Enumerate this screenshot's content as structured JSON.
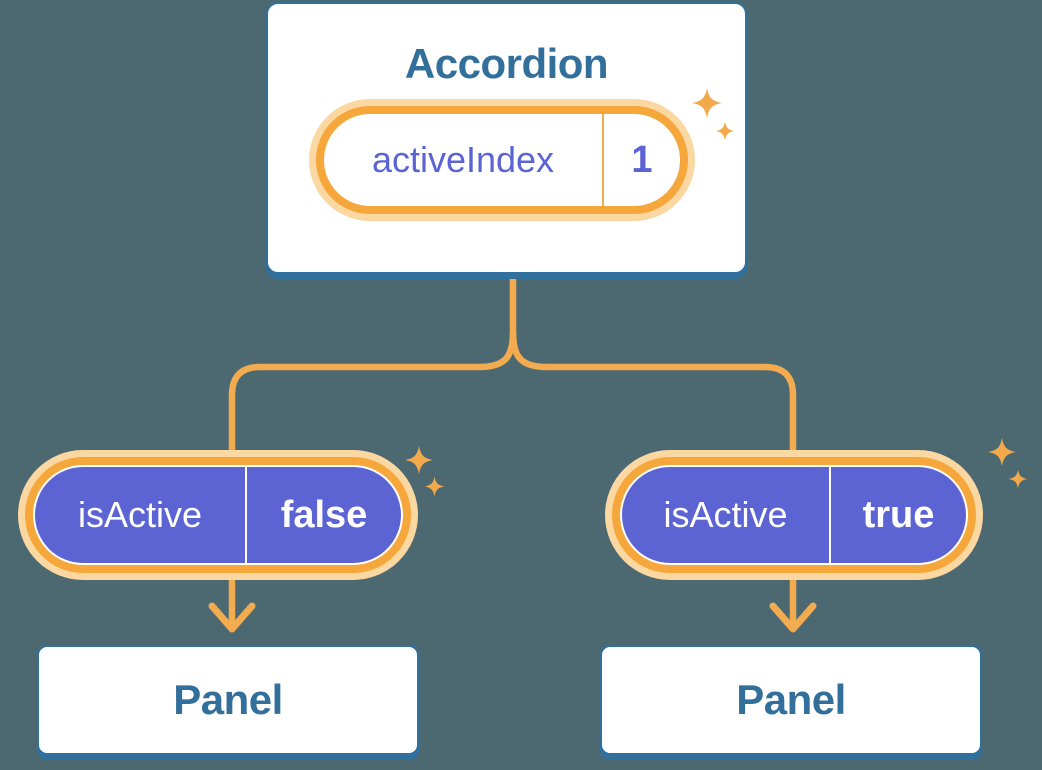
{
  "palette": {
    "background": "#4C6971",
    "card_bg": "#FFFFFF",
    "card_border": "#2F709F",
    "heading_text": "#336F9B",
    "pill_purple": "#5C64D4",
    "pill_text": "#FFFFFF",
    "orange_ring": "#F5A73C",
    "orange_halo": "#FBD7A1",
    "connector": "#F3AB4F",
    "sparkle": "#F2A94C"
  },
  "accordion": {
    "title": "Accordion",
    "state_pill": {
      "label": "activeIndex",
      "value": "1"
    }
  },
  "children": [
    {
      "prop_pill": {
        "label": "isActive",
        "value": "false"
      },
      "panel": {
        "label": "Panel"
      }
    },
    {
      "prop_pill": {
        "label": "isActive",
        "value": "true"
      },
      "panel": {
        "label": "Panel"
      }
    }
  ]
}
